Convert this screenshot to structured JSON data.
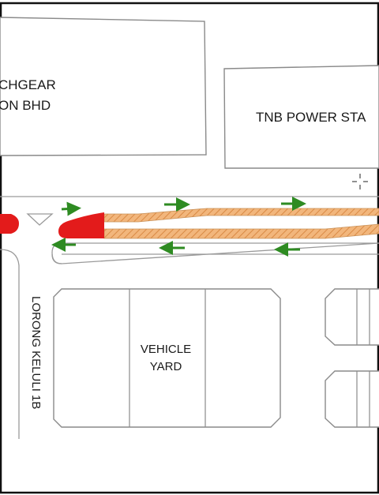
{
  "labels": {
    "building_left_line1": "CHGEAR",
    "building_left_line2": "ON BHD",
    "building_right": "TNB POWER STA",
    "yard_line1": "VEHICLE",
    "yard_line2": "YARD",
    "street": "LORONG KELULI 1B"
  },
  "colors": {
    "border": "#111111",
    "building_stroke": "#8a8a8a",
    "road_stroke": "#9a9a9a",
    "lane_fill": "#f2b67c",
    "lane_hatch": "#d98a45",
    "nose_red": "#e31b1b",
    "arrow_green": "#2e8b22"
  },
  "icons": {
    "cursor": "crosshair-cursor-icon",
    "arrows": "traffic-direction-arrow-icon",
    "island": "triangle-island-icon"
  }
}
